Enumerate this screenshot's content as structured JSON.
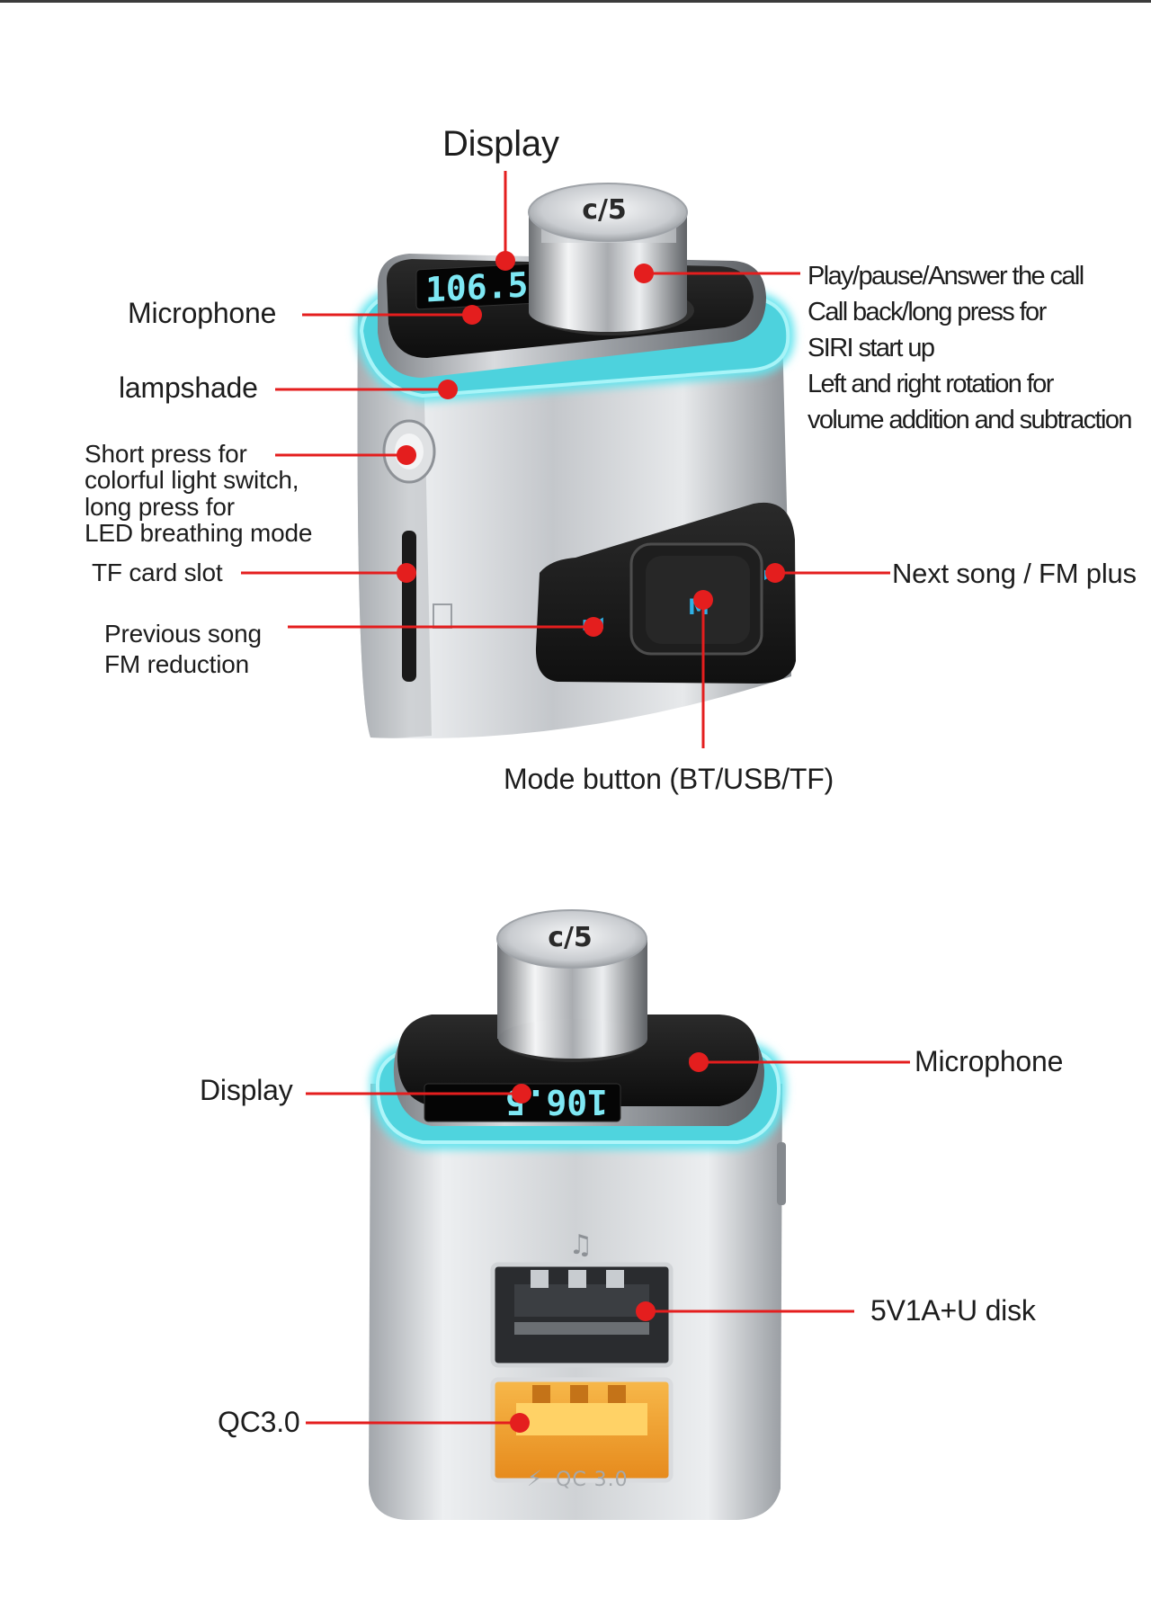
{
  "diagram1": {
    "labels": {
      "display": "Display",
      "microphone": "Microphone",
      "lampshade": "lampshade",
      "light_switch": [
        "Short press for",
        "colorful light switch,",
        "long press for",
        "LED breathing mode"
      ],
      "tf_slot": "TF card slot",
      "previous": [
        "Previous song",
        "FM reduction"
      ],
      "play": [
        "Play/pause/Answer the call",
        "Call back/long press for",
        "SIRI start up",
        "Left and right rotation for",
        "volume addition and subtraction"
      ],
      "next": "Next song / FM plus",
      "mode": "Mode button (BT/USB/TF)"
    },
    "device": {
      "knob_logo": "c/5",
      "display_text": "106.5",
      "mode_key": "M"
    }
  },
  "diagram2": {
    "labels": {
      "display": "Display",
      "microphone": "Microphone",
      "usb": "5V1A+U disk",
      "qc": "QC3.0"
    },
    "device": {
      "knob_logo": "c/5",
      "display_text": "106.5",
      "qc_marking": "QC 3.0",
      "music_glyph": "♫"
    }
  },
  "colors": {
    "callout": "#e41e1e",
    "glow": "#62e4ee",
    "body_silver": "#d6d8db",
    "black": "#1b1b1b",
    "qc_orange": "#f2a232"
  }
}
